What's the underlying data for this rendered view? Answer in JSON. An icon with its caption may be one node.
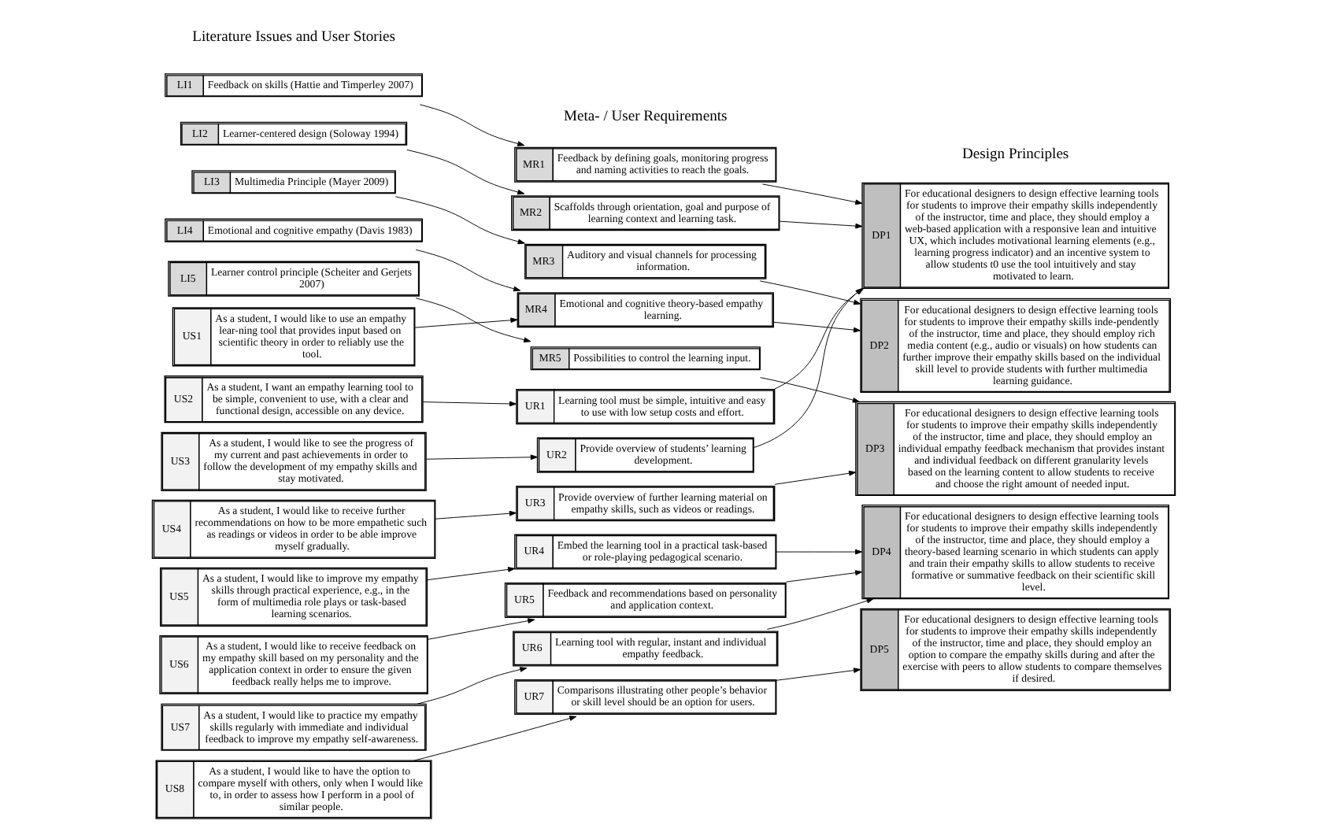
{
  "diagram": {
    "nodes": [
      {
        "text": [
          "LI1",
          "Feedback on skills (Hattie and Timperley 2007)"
        ]
      },
      {
        "text": [
          "LI2",
          "Learner-centered design (Soloway 1994)"
        ]
      },
      {
        "text": [
          "LI3",
          "Multimedia Principle (Mayer 2009)"
        ]
      },
      {
        "text": [
          "LI4",
          "Emotional and cognitive empathy (Davis 1983)"
        ]
      },
      {
        "text": [
          "LI5",
          "Learner control principle (Scheiter and Gerjets 2007)"
        ]
      },
      {
        "text": [
          "US1",
          "As a student, I would like to use an empathy lear-ning tool that provides input based on scientific theory in order to reliably use the tool."
        ]
      },
      {
        "text": [
          "US2",
          "As a student, I want an empathy learning tool to be simple, convenient to use, with a clear and functional design, accessible on any device."
        ]
      },
      {
        "text": [
          "US3",
          "As a student, I would like to see the progress of my current and past achievements in order to follow the development of my empathy skills and stay motivated."
        ]
      },
      {
        "text": [
          "US4",
          "As a student, I would like to receive further recommendations on how to be more empathetic such as readings or videos in order to be able improve myself gradually."
        ]
      },
      {
        "text": [
          "US5",
          "As a student, I would like to improve my empathy skills through practical experience, e.g., in the form of multimedia role plays or task-based learning scenarios."
        ]
      },
      {
        "text": [
          "US6",
          "As a student, I would like to receive feedback on my empathy skill based on my personality and the application context in order to ensure the given feedback really helps me to improve."
        ]
      },
      {
        "text": [
          "US7",
          "As a student, I would like to practice my empathy skills regularly with immediate and individual feedback to improve my empathy self-awareness."
        ]
      },
      {
        "text": [
          "US8",
          "As a student, I would like to have the option to compare myself with others, only when I would like to, in order to assess how I perform in a pool of similar people."
        ]
      },
      {
        "text": [
          "MR1",
          "Feedback by defining goals, monitoring progress and naming activities to reach the goals."
        ]
      },
      {
        "text": [
          "MR2",
          "Scaffolds through orientation, goal and purpose of learning context and learning task."
        ]
      },
      {
        "text": [
          "MR3",
          "Auditory and visual channels for processing information."
        ]
      },
      {
        "text": [
          "MR4",
          "Emotional and cognitive theory-based empathy learning."
        ]
      },
      {
        "text": [
          "MR5",
          "Possibilities to control the learning input."
        ]
      },
      {
        "text": [
          "UR1",
          "Learning tool must be simple, intuitive and easy to use with low setup costs and effort."
        ]
      },
      {
        "text": [
          "UR2",
          "Provide overview of students’ learning development."
        ]
      },
      {
        "text": [
          "UR3",
          "Provide overview of further learning material on empathy skills, such as videos or readings."
        ]
      },
      {
        "text": [
          "UR4",
          "Embed the learning tool in a practical task-based or role-playing pedagogical scenario."
        ]
      },
      {
        "text": [
          "UR5",
          "Feedback and recommendations based on personality and application context."
        ]
      },
      {
        "text": [
          "UR6",
          "Learning tool with regular, instant and individual empathy feedback."
        ]
      },
      {
        "text": [
          "UR7",
          "Comparisons illustrating other people’s behavior or skill level should be an option for users."
        ]
      },
      {
        "text": [
          "DP1",
          "For educational designers to design effective learning tools for students to improve their empathy skills independently of the instructor, time and place, they should employ a web-based application with a responsive lean and intuitive UX, which includes motivational learning elements (e.g., learning progress indicator) and an incentive system to allow students t0 use the tool intuitively and stay motivated to learn."
        ]
      },
      {
        "text": [
          "DP2",
          "For educational designers to design effective learning tools for students to improve their empathy skills inde-pendently of the instructor, time and place, they should employ rich media content (e.g., audio or visuals) on how students can further improve their empathy skills based on the individual skill level to provide students with further multimedia learning guidance."
        ]
      },
      {
        "text": [
          "DP3",
          "For educational designers to design effective learning tools for students to improve their empathy skills independently of the instructor, time and place, they should employ an individual empathy feedback mechanism that provides instant and individual feedback on different granularity levels based on the learning content to allow students to receive and choose the right amount of needed input."
        ]
      },
      {
        "text": [
          "DP4",
          "For educational designers to design effective learning tools for students to improve their empathy skills independently of the instructor, time and place, they should employ a theory-based learning scenario in which students can apply and train their empathy skills to allow students to receive formative or summative feedback on their scientific skill level."
        ]
      },
      {
        "text": [
          "DP5",
          "For educational designers to design effective learning tools for students to improve their empathy skills independently of the instructor, time and place, they should employ an option to compare the empathy skills during and after the exercise with peers to allow students to compare themselves if desired."
        ]
      }
    ],
    "edges": [
      {
        "from": 0,
        "to": 13,
        "arrow": "to"
      },
      {
        "from": 1,
        "to": 14,
        "arrow": "to"
      },
      {
        "from": 2,
        "to": 15,
        "arrow": "to"
      },
      {
        "from": 3,
        "to": 16,
        "arrow": "to"
      },
      {
        "from": 4,
        "to": 17,
        "arrow": "to"
      },
      {
        "from": 5,
        "to": 16,
        "arrow": "to"
      },
      {
        "from": 6,
        "to": 18,
        "arrow": "to"
      },
      {
        "from": 7,
        "to": 19,
        "arrow": "to"
      },
      {
        "from": 8,
        "to": 20,
        "arrow": "to"
      },
      {
        "from": 9,
        "to": 21,
        "arrow": "to"
      },
      {
        "from": 10,
        "to": 22,
        "arrow": "to"
      },
      {
        "from": 11,
        "to": 23,
        "arrow": "to"
      },
      {
        "from": 12,
        "to": 24,
        "arrow": "to"
      },
      {
        "from": 13,
        "to": 25,
        "arrow": "to"
      },
      {
        "from": 14,
        "to": 25,
        "arrow": "to"
      },
      {
        "from": 18,
        "to": 25,
        "arrow": "to"
      },
      {
        "from": 19,
        "to": 25,
        "arrow": "to"
      },
      {
        "from": 15,
        "to": 26,
        "arrow": "to"
      },
      {
        "from": 16,
        "to": 26,
        "arrow": "to"
      },
      {
        "from": 17,
        "to": 27,
        "arrow": "to"
      },
      {
        "from": 20,
        "to": 27,
        "arrow": "to"
      },
      {
        "from": 21,
        "to": 28,
        "arrow": "to"
      },
      {
        "from": 22,
        "to": 28,
        "arrow": "to"
      },
      {
        "from": 23,
        "to": 28,
        "arrow": "to"
      },
      {
        "from": 24,
        "to": 29,
        "arrow": "to"
      }
    ],
    "labels": [
      "Literature Issues and User Stories",
      "Meta- / User Requirements",
      "Design Principles"
    ]
  }
}
